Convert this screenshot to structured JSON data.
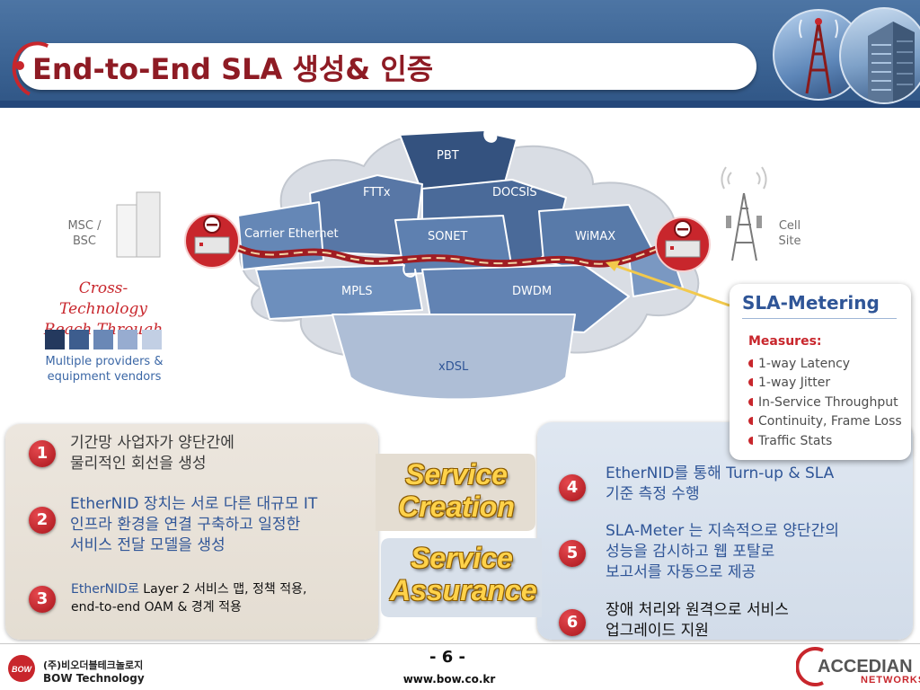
{
  "title": "End-to-End SLA 생성& 인증",
  "diagram": {
    "puzzle_labels": {
      "pbt": "PBT",
      "fttx": "FTTx",
      "docsis": "DOCSIS",
      "carrier_ethernet": "Carrier Ethernet",
      "sonet": "SONET",
      "wimax": "WiMAX",
      "mpls": "MPLS",
      "dwdm": "DWDM",
      "xdsl": "xDSL"
    },
    "msc": [
      "MSC /",
      "BSC"
    ],
    "cell_site": [
      "Cell",
      "Site"
    ],
    "cross_technology": [
      "Cross-Technology",
      "Reach Through"
    ],
    "providers": [
      "Multiple providers &",
      "equipment vendors"
    ],
    "swatch_colors": [
      "#24395e",
      "#3d5d8e",
      "#6a88b6",
      "#97acd0",
      "#c2cfe4"
    ]
  },
  "sla_metering": {
    "title": "SLA-Metering",
    "measures_label": "Measures:",
    "items": [
      "1-way Latency",
      "1-way Jitter",
      "In-Service Throughput",
      "Continuity, Frame Loss",
      "Traffic Stats"
    ]
  },
  "steps": [
    {
      "num": "1",
      "lines": [
        "기간망 사업자가 양단간에",
        "물리적인 회선을 생성"
      ]
    },
    {
      "num": "2",
      "lines": [
        "EtherNID 장치는 서로 다른 대규모 IT",
        "인프라 환경을 연결 구축하고 일정한",
        "서비스 전달 모델을 생성"
      ]
    },
    {
      "num": "3",
      "prefix": "EtherNID로",
      "lines": [
        " Layer 2 서비스 맵, 정책 적용,",
        "end-to-end OAM & 경계 적용"
      ]
    },
    {
      "num": "4",
      "lines": [
        "EtherNID를 통해 Turn-up & SLA",
        "기준 측정 수행"
      ]
    },
    {
      "num": "5",
      "lines": [
        "SLA-Meter 는 지속적으로 양단간의",
        "성능을 감시하고 웹 포탈로",
        "보고서를 자동으로 제공"
      ]
    },
    {
      "num": "6",
      "lines": [
        "장애 처리와 원격으로 서비스",
        "업그레이드 지원"
      ]
    }
  ],
  "service_creation": [
    "Service",
    "Creation"
  ],
  "service_assurance": [
    "Service",
    "Assurance"
  ],
  "footer": {
    "page": "- 6 -",
    "url": "www.bow.co.kr",
    "company_kr": "(주)비오더블테크놀로지",
    "company_en": "BOW Technology",
    "bow_logo_text": "BOW",
    "accedian": "ACCEDIAN",
    "networks": "NETWORKS"
  },
  "colors": {
    "accent_red": "#c8262c",
    "header_blue": "#3c6494",
    "title_red": "#8e1b24",
    "puzzle_blue": "#5c7fae",
    "link_yellow": "#ffd24a"
  }
}
